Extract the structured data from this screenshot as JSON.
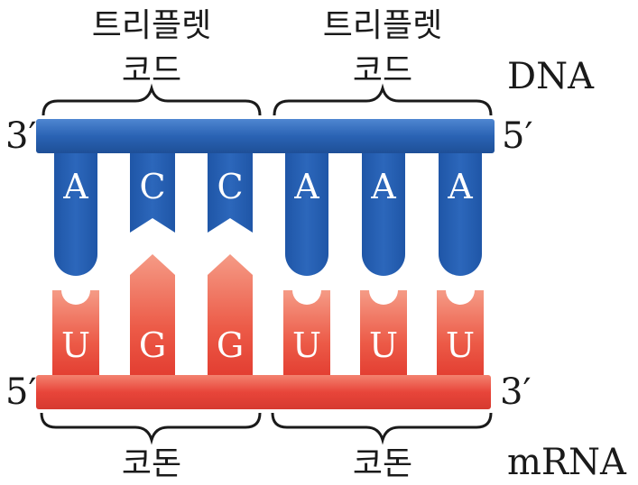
{
  "labels": {
    "triplet_line1": "트리플렛",
    "triplet_line2": "코드",
    "dna": "DNA",
    "mrna": "mRNA",
    "codon": "코돈",
    "three_prime": "3′",
    "five_prime": "5′"
  },
  "dna_bases": [
    "A",
    "C",
    "C",
    "A",
    "A",
    "A"
  ],
  "mrna_bases": [
    "U",
    "G",
    "G",
    "U",
    "U",
    "U"
  ],
  "colors": {
    "dna_blue": "#2a63b4",
    "mrna_red": "#e8453a",
    "text": "#1a1a1a"
  }
}
